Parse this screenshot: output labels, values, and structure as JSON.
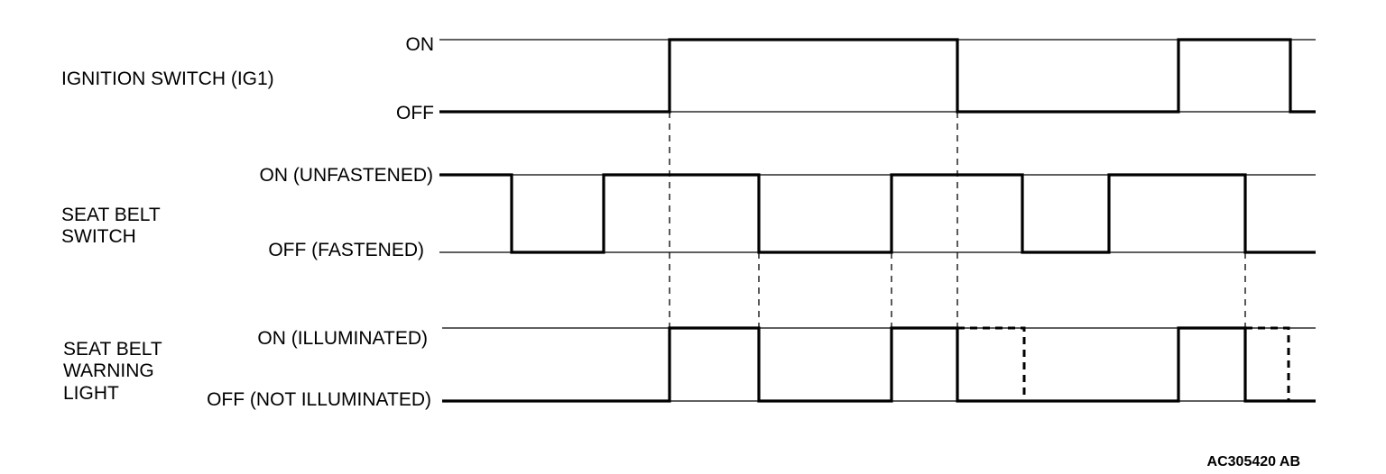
{
  "signals": [
    {
      "name": "ignition-switch",
      "label_lines": [
        "IGNITION SWITCH (IG1)"
      ],
      "high_label": "ON",
      "low_label": "OFF"
    },
    {
      "name": "seat-belt-switch",
      "label_lines": [
        "SEAT BELT",
        "SWITCH"
      ],
      "high_label": "ON (UNFASTENED)",
      "low_label": "OFF (FASTENED)"
    },
    {
      "name": "seat-belt-warning-light",
      "label_lines": [
        "SEAT BELT",
        "WARNING",
        "LIGHT"
      ],
      "high_label": "ON (ILLUMINATED)",
      "low_label": "OFF (NOT ILLUMINATED)"
    }
  ],
  "figure_code": "AC305420 AB"
}
